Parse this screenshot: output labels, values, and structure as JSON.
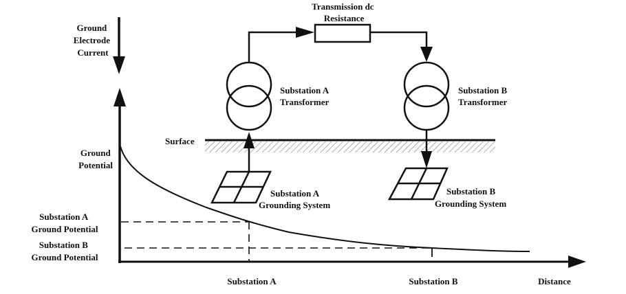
{
  "diagram": {
    "type": "ground-potential-rise-schematic",
    "labels": {
      "ground_electrode_current": [
        "Ground",
        "Electrode",
        "Current"
      ],
      "ground_potential": [
        "Ground",
        "Potential"
      ],
      "substation_a_ground_potential": [
        "Substation A",
        "Ground Potential"
      ],
      "substation_b_ground_potential": [
        "Substation B",
        "Ground Potential"
      ],
      "transmission_resistance": [
        "Transmission dc",
        "Resistance"
      ],
      "substation_a_transformer": [
        "Substation A",
        "Transformer"
      ],
      "substation_b_transformer": [
        "Substation B",
        "Transformer"
      ],
      "surface": "Surface",
      "substation_a_grounding": [
        "Substation A",
        "Grounding System"
      ],
      "substation_b_grounding": [
        "Substation B",
        "Grounding System"
      ],
      "x_substation_a": "Substation A",
      "x_substation_b": "Substation B",
      "x_axis": "Distance"
    },
    "colors": {
      "ink": "#111111",
      "background": "#ffffff"
    }
  }
}
